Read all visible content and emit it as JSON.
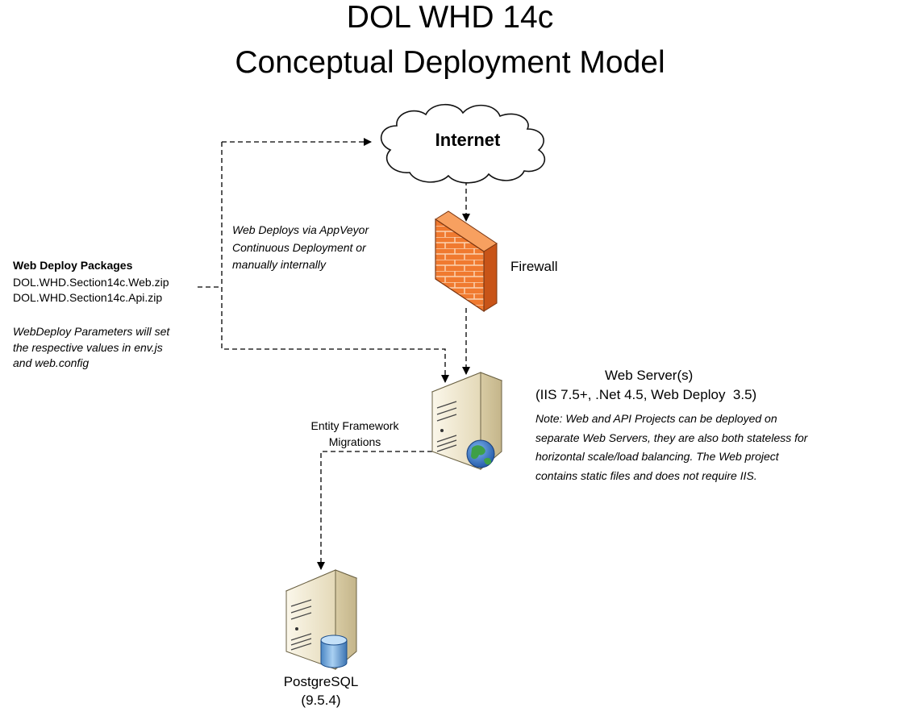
{
  "title": {
    "line1": "DOL WHD 14c",
    "line2": "Conceptual Deployment Model"
  },
  "nodes": {
    "internet": {
      "label": "Internet",
      "icon": "cloud-icon"
    },
    "firewall": {
      "label": "Firewall",
      "icon": "firewall-icon"
    },
    "web_server": {
      "icon": "web-server-icon",
      "title": "Web Server(s)",
      "subtitle": "(IIS 7.5+, .Net 4.5, Web Deploy  3.5)",
      "note_lines": [
        "Note: Web and API Projects can be deployed on",
        "separate Web Servers, they are also both stateless for",
        "horizontal scale/load balancing.  The Web project",
        "contains static files and does not require IIS."
      ]
    },
    "database": {
      "icon": "database-server-icon",
      "name": "PostgreSQL",
      "version": "(9.5.4)"
    }
  },
  "packages": {
    "heading": "Web Deploy Packages",
    "files": [
      "DOL.WHD.Section14c.Web.zip",
      "DOL.WHD.Section14c.Api.zip"
    ],
    "note_lines": [
      "WebDeploy Parameters will set",
      "the respective values in  env.js",
      "and web.config"
    ]
  },
  "deploy_note_lines": [
    "Web Deploys via AppVeyor",
    "Continuous Deployment or",
    "manually internally"
  ],
  "migration_label_lines": [
    "Entity Framework",
    "Migrations"
  ],
  "colors": {
    "firewall_brick": "#f07a30",
    "server_body": "#efe6c8",
    "globe": "#2a6fc0",
    "db_cylinder": "#6aa6de"
  }
}
